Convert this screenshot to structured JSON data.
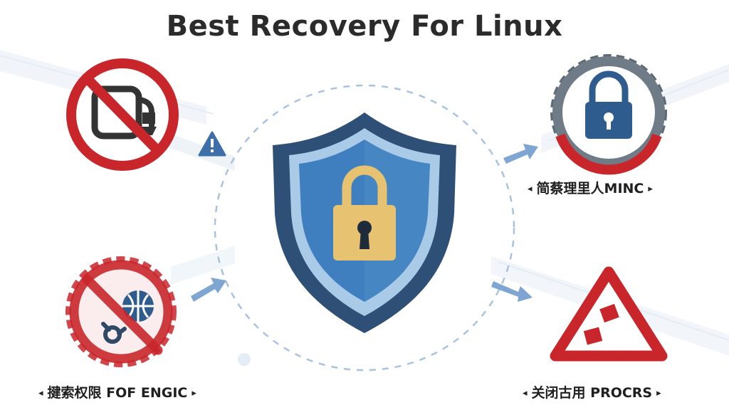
{
  "title": "Best Recovery For Linux",
  "captions": {
    "top_right": "简蔡理里人MINC",
    "bottom_left": "揵索权限 FOF ENGIC",
    "bottom_right": "关闭古用 PROCRS",
    "chevron_left": "◂",
    "chevron_right": "▸"
  },
  "colors": {
    "forbidden_red": "#c9262b",
    "shield_outer": "#2e4f76",
    "shield_inner": "#3f7fbf",
    "padlock_gold": "#e7c270",
    "lock_blue": "#2f5c8f",
    "gear_gray": "#5d6b77",
    "arrow_blue": "#7fa6d3",
    "dashed_ring": "#a9c3de"
  },
  "icons": [
    "forbidden-terminal-icon",
    "warning-small-icon",
    "gear-lock-icon",
    "shield-padlock-icon",
    "forbidden-gear-globe-icon",
    "warning-triangle-icon",
    "arrow-icon"
  ]
}
